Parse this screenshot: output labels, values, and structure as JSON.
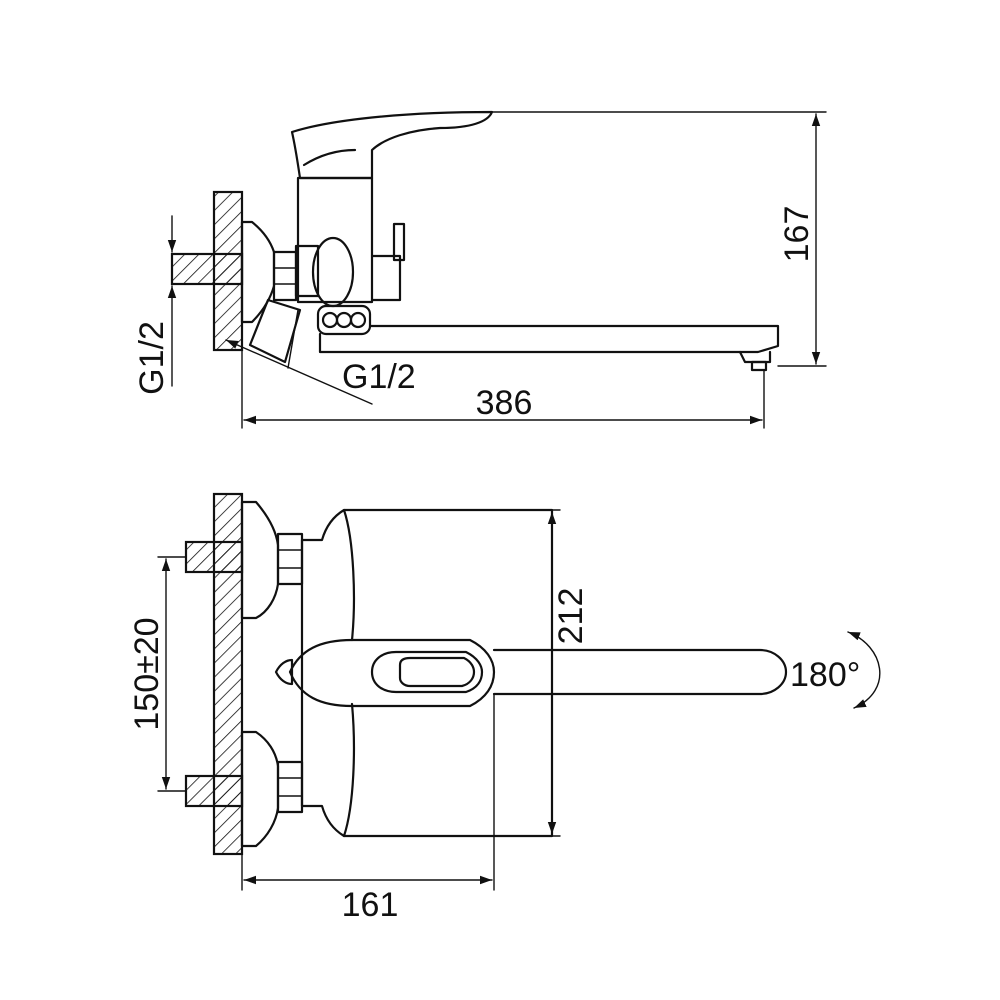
{
  "drawing": {
    "side_view": {
      "dimensions": {
        "height": "167",
        "length": "386",
        "inlet_thread": "G1/2",
        "outlet_thread": "G1/2"
      }
    },
    "top_view": {
      "dimensions": {
        "depth": "212",
        "projection": "161",
        "center_distance": "150±20",
        "rotation": "180°"
      }
    }
  },
  "colors": {
    "line": "#111111",
    "background": "#ffffff"
  }
}
